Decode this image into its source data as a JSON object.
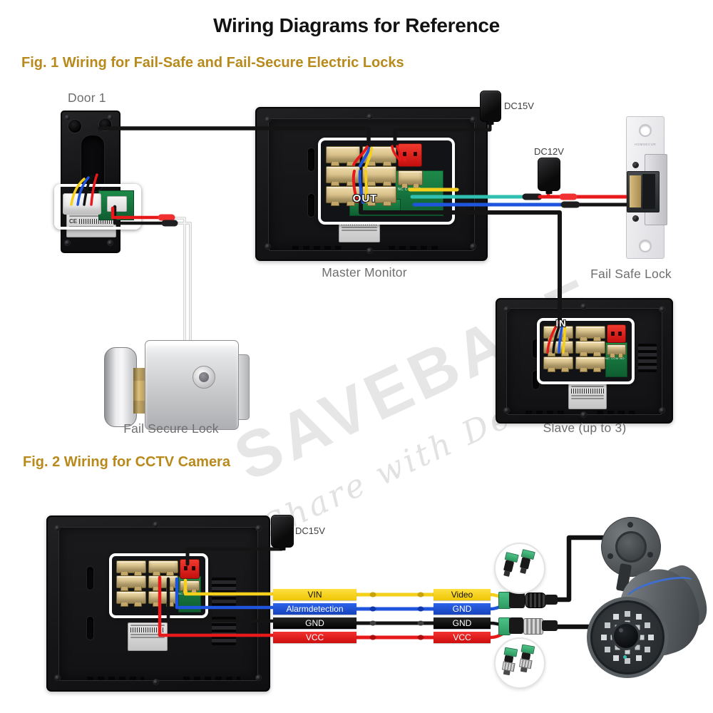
{
  "page": {
    "title": "Wiring Diagrams for Reference",
    "watermark_line1": "SAVEBASE",
    "watermark_line2": "Share with Delight",
    "accent_gold": "#B8891B",
    "background": "#FFFFFF"
  },
  "common": {
    "pcb_text": "NC COM NO",
    "wire_colors": {
      "red": "#E8191B",
      "blue": "#1F55DC",
      "yellow": "#F4D01C",
      "teal": "#2FC0B2",
      "black": "#141414",
      "white": "#E8E8E8"
    }
  },
  "fig1": {
    "heading": "Fig. 1 Wiring for Fail-Safe and Fail-Secure Electric Locks",
    "labels": {
      "door": "Door 1",
      "dc15": "DC15V",
      "dc12": "DC12V",
      "master": "Master Monitor",
      "fail_safe": "Fail Safe Lock",
      "fail_secure": "Fail Secure Lock",
      "slave": "Slave (up to 3)",
      "out": "OUT",
      "in": "IN",
      "lock_brand": "HOMSECUR",
      "door_ce": "CE"
    }
  },
  "fig2": {
    "heading": "Fig. 2 Wiring for CCTV Camera",
    "dc15": "DC15V",
    "monitor_bars": [
      {
        "label": "VIN",
        "color": "#F7D31B",
        "text_color": "#111111"
      },
      {
        "label": "Alarmdetection",
        "color": "#2052D8",
        "text_color": "#FFFFFF"
      },
      {
        "label": "GND",
        "color": "#000000",
        "text_color": "#FFFFFF"
      },
      {
        "label": "VCC",
        "color": "#E51616",
        "text_color": "#FFFFFF"
      }
    ],
    "camera_bars": [
      {
        "label": "Video",
        "color": "#F7D31B",
        "text_color": "#111111"
      },
      {
        "label": "GND",
        "color": "#2052D8",
        "text_color": "#FFFFFF"
      },
      {
        "label": "GND",
        "color": "#000000",
        "text_color": "#FFFFFF"
      },
      {
        "label": "VCC",
        "color": "#E51616",
        "text_color": "#FFFFFF"
      }
    ]
  }
}
